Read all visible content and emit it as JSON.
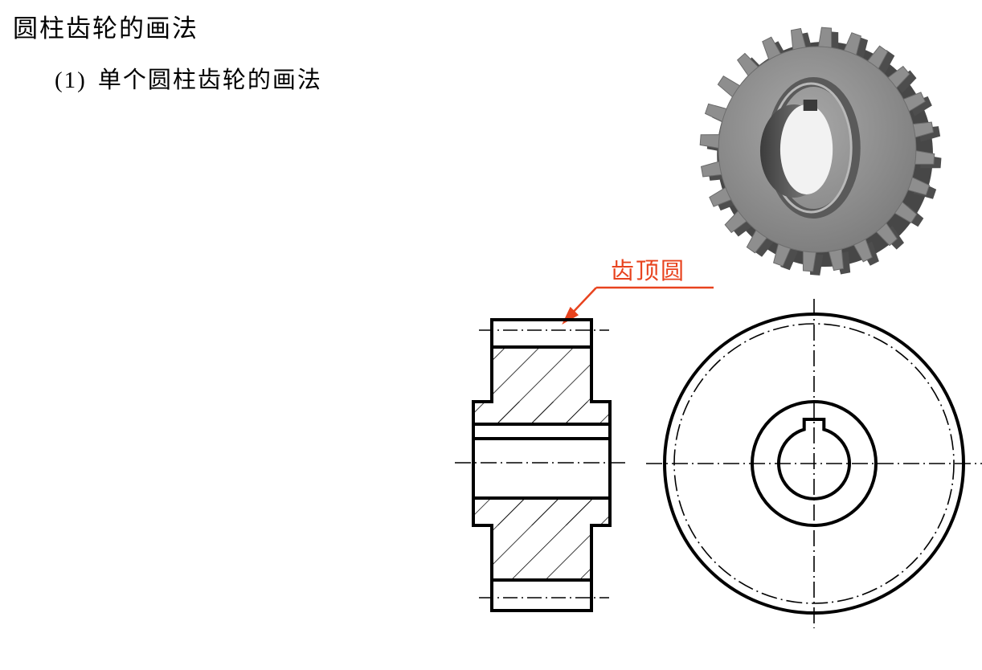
{
  "page": {
    "title": "圆柱齿轮的画法",
    "subtitle_number": "(1)",
    "subtitle_text": "单个圆柱齿轮的画法"
  },
  "drawing": {
    "callout_label": "齿顶圆",
    "colors": {
      "callout": "#e8431e",
      "lines": "#000000",
      "gear_face": "#8c8c8c",
      "gear_dark": "#4a4a4a"
    }
  }
}
